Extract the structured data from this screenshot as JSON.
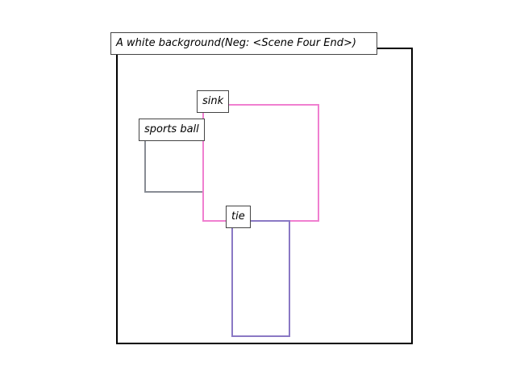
{
  "title": "A white background(Neg: <Scene Four End>)",
  "boxes": [
    {
      "label": "sink",
      "color": "#f07fd0"
    },
    {
      "label": "sports ball",
      "color": "#888c94"
    },
    {
      "label": "tie",
      "color": "#8a78c4"
    }
  ]
}
